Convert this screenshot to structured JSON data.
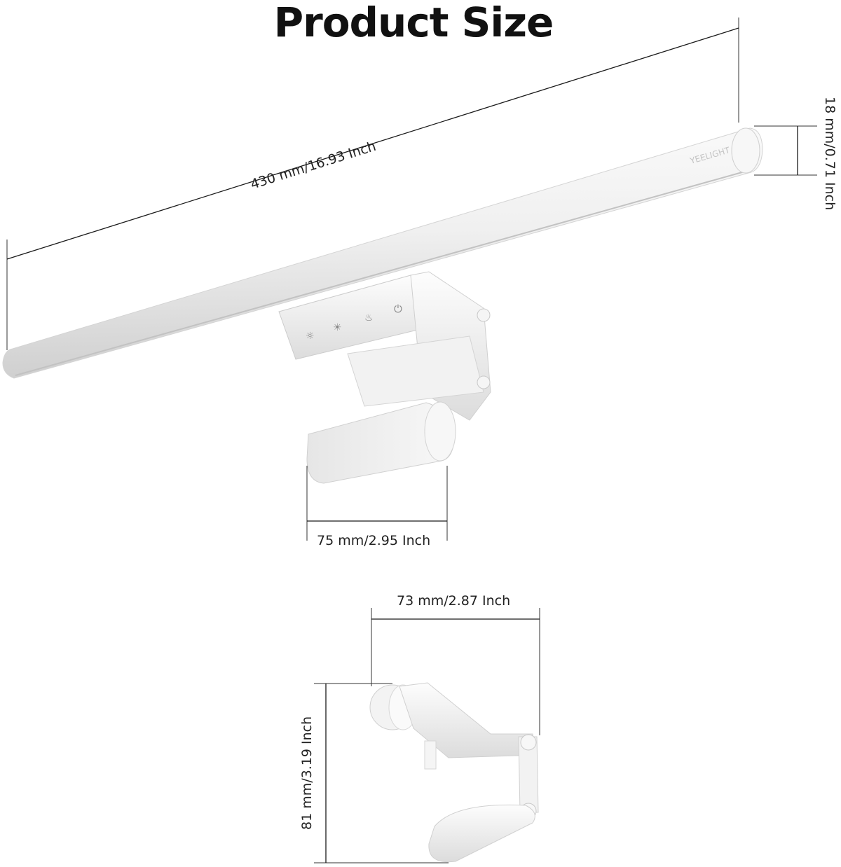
{
  "title": "Product Size",
  "brand": "YEELIGHT",
  "dimensions": {
    "length": "430 mm/16.93 Inch",
    "diameter": "18 mm/0.71 Inch",
    "width": "75 mm/2.95 Inch",
    "clip_width": "73 mm/2.87 Inch",
    "clip_height": "81 mm/3.19 Inch"
  },
  "colors": {
    "background": "#ffffff",
    "product": "#eeeeee",
    "dimension_line": "#1a1a1a"
  }
}
